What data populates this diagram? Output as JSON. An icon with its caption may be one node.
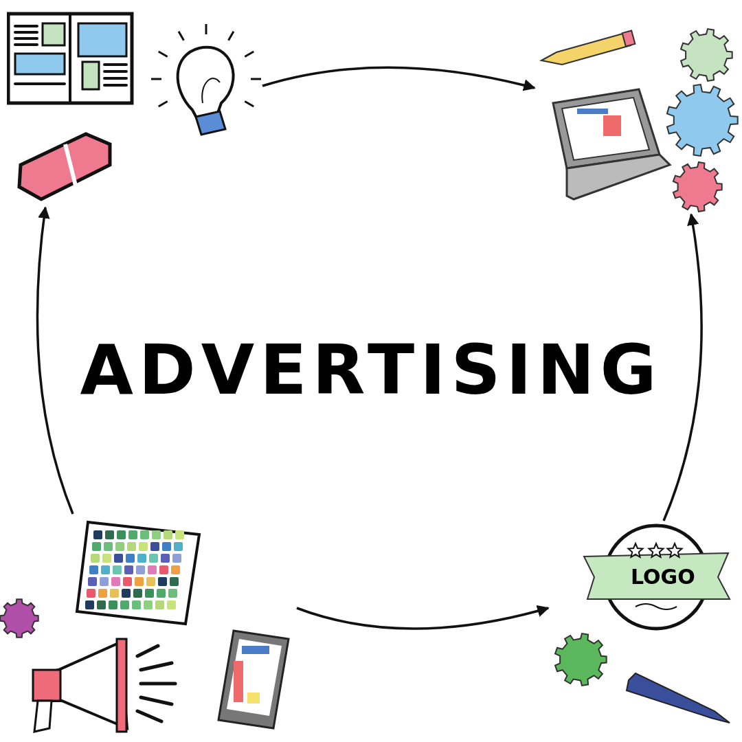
{
  "diagram": {
    "title": "ADVERTISING",
    "nodes": [
      {
        "text": [],
        "shape": "picture"
      },
      {
        "text": [],
        "shape": "picture"
      },
      {
        "text": [],
        "shape": "picture"
      },
      {
        "text": [],
        "shape": "picture"
      }
    ],
    "edges": [
      {
        "from": 0,
        "to": 1,
        "arrow": "to"
      },
      {
        "from": 2,
        "to": 0,
        "arrow": "to"
      },
      {
        "from": 2,
        "to": 3,
        "arrow": "to"
      },
      {
        "from": 3,
        "to": 1,
        "arrow": "to"
      }
    ],
    "labels": [
      "LOGO"
    ]
  }
}
